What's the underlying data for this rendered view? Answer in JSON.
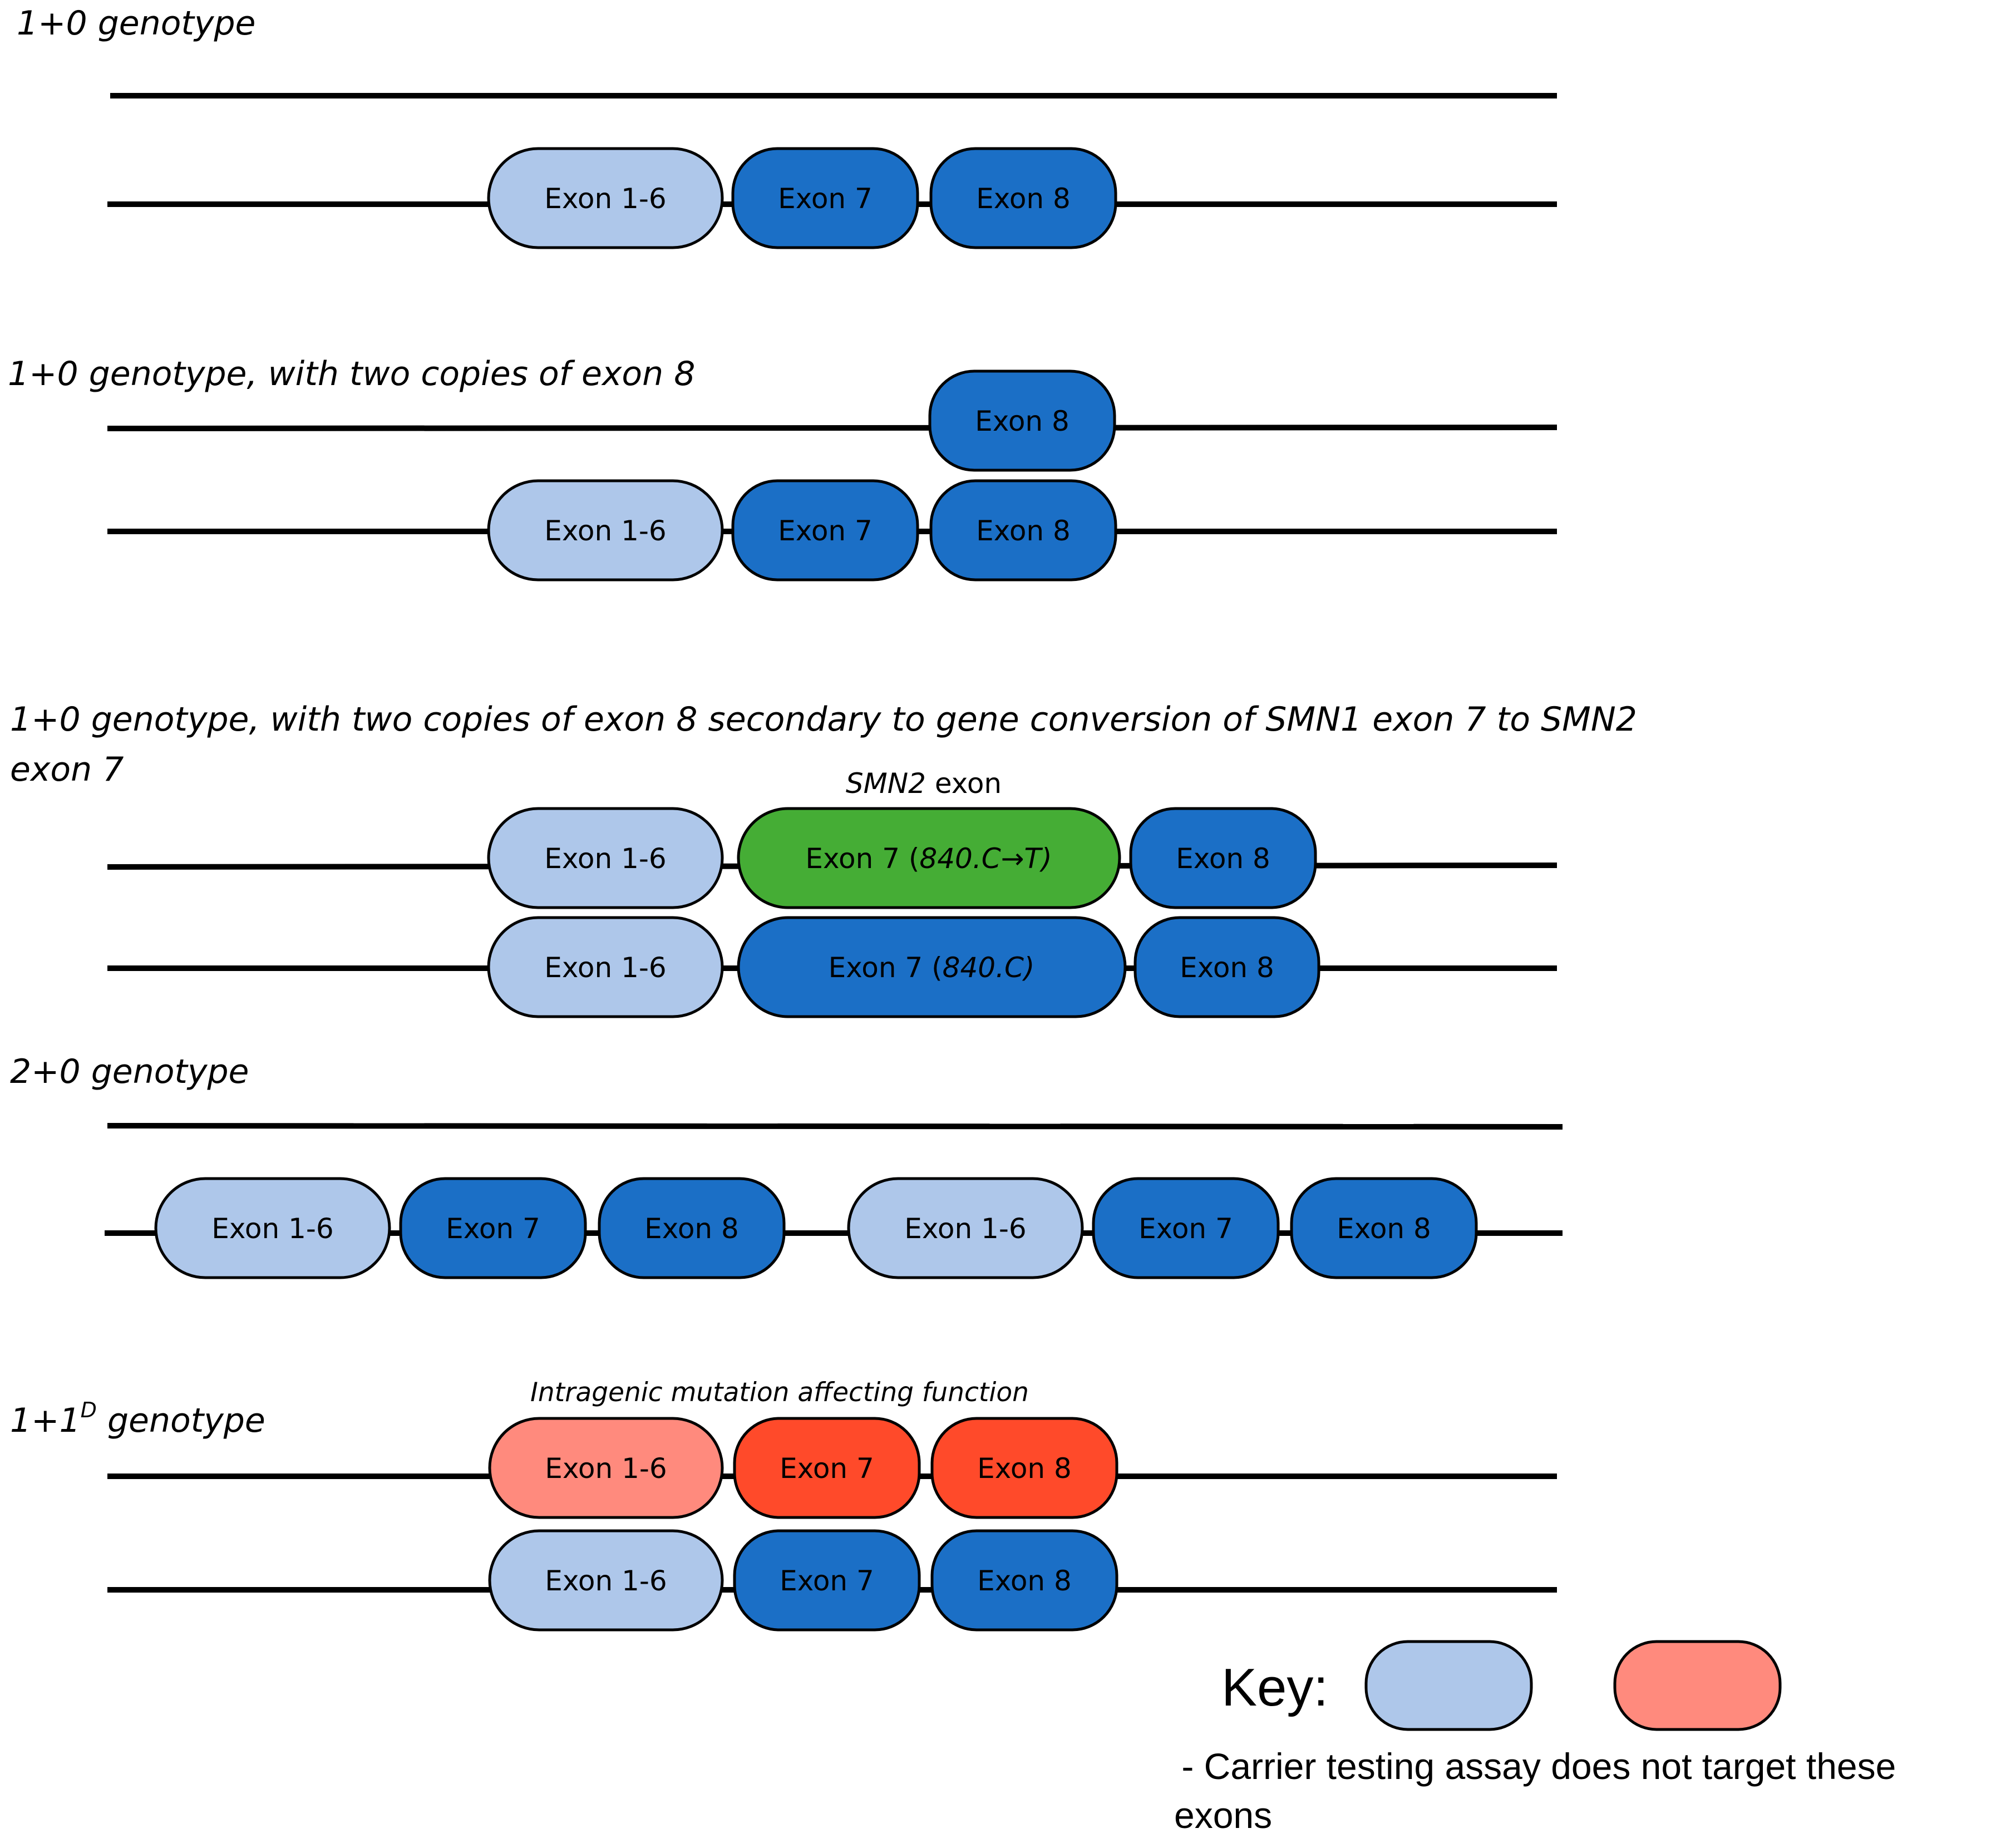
{
  "colors": {
    "exon_1_6": "#aec7ea",
    "exon_7_8": "#1b6fc6",
    "smn2_exon": "#45ad35",
    "mutant_exon_1_6": "#ff8a7d",
    "mutant_exon_7_8": "#ff4a2a",
    "line": "#000000"
  },
  "sections": {
    "s1": {
      "title": "1+0 genotype",
      "exons": [
        "Exon 1-6",
        "Exon 7",
        "Exon 8"
      ]
    },
    "s2": {
      "title": "1+0 genotype, with two copies of exon 8",
      "top_exons": [
        "Exon 8"
      ],
      "bottom_exons": [
        "Exon 1-6",
        "Exon 7",
        "Exon 8"
      ]
    },
    "s3": {
      "title_line1": "1+0 genotype, with two copies of exon 8 secondary to gene conversion of SMN1 exon 7 to SMN2",
      "title_line2": "exon 7",
      "note_italic": "SMN2",
      "note_rest": " exon",
      "top_exons": [
        "Exon 1-6",
        "Exon 7 (",
        "840.C→T)",
        "Exon 8"
      ],
      "bottom_exons": [
        "Exon 1-6",
        "Exon 7 (",
        "840.C)",
        "Exon 8"
      ]
    },
    "s4": {
      "title": "2+0 genotype",
      "exons": [
        "Exon 1-6",
        "Exon 7",
        "Exon 8",
        "Exon 1-6",
        "Exon 7",
        "Exon 8"
      ]
    },
    "s5": {
      "title_pre": "1+1",
      "title_sup": "D",
      "title_post": " genotype",
      "note": "Intragenic mutation affecting function",
      "top_exons": [
        "Exon 1-6",
        "Exon 7",
        "Exon 8"
      ],
      "bottom_exons": [
        "Exon 1-6",
        "Exon 7",
        "Exon 8"
      ]
    }
  },
  "key": {
    "label": "Key:",
    "desc_line1": " - Carrier testing assay does not target these",
    "desc_line2": "exons"
  }
}
